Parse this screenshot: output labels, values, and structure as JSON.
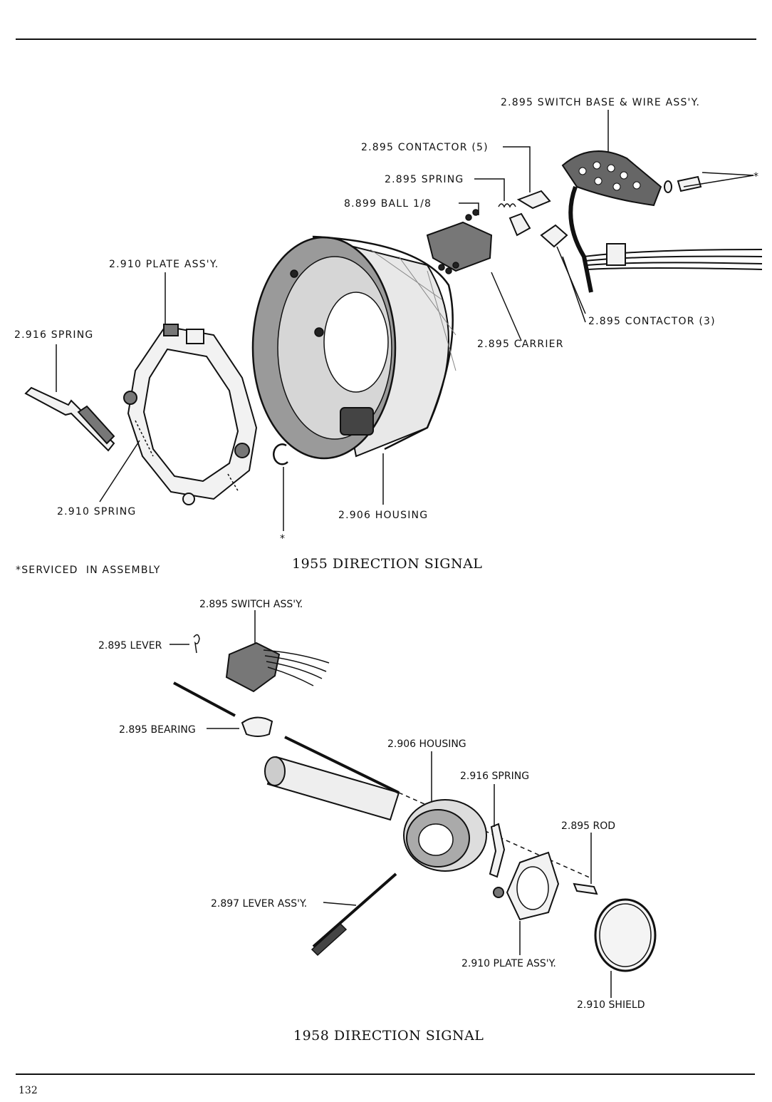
{
  "diagram_1955": {
    "caption": "1955 DIRECTION SIGNAL",
    "labels": {
      "switch_base": "2.895 SWITCH BASE & WIRE ASS'Y.",
      "contactor5": "2.895 CONTACTOR (5)",
      "spring_2895": "2.895 SPRING",
      "ball": "8.899 BALL 1/8",
      "plate": "2.910 PLATE ASS'Y.",
      "spring_2916": "2.916 SPRING",
      "carrier": "2.895 CARRIER",
      "contactor3": "2.895 CONTACTOR (3)",
      "spring_2910": "2.910 SPRING",
      "housing": "2.906 HOUSING",
      "asterisk_right": "*",
      "asterisk_bottom": "*"
    },
    "footnote": "*SERVICED  IN ASSEMBLY"
  },
  "diagram_1958": {
    "caption": "1958 DIRECTION SIGNAL",
    "labels": {
      "switch": "2.895 SWITCH ASS'Y.",
      "lever": "2.895 LEVER",
      "bearing": "2.895 BEARING",
      "housing": "2.906 HOUSING",
      "spring": "2.916 SPRING",
      "rod": "2.895 ROD",
      "lever_assy": "2.897 LEVER ASS'Y.",
      "plate": "2.910 PLATE ASS'Y.",
      "shield": "2.910 SHIELD"
    }
  },
  "page_number": "132"
}
